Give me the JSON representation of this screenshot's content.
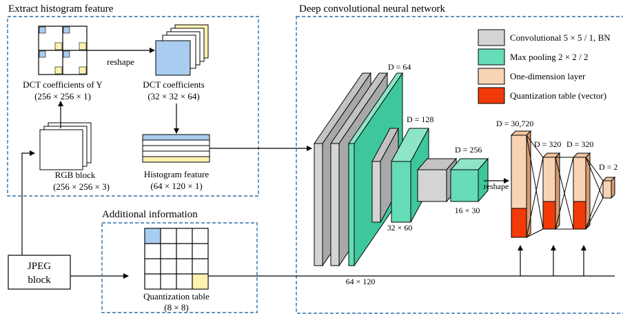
{
  "sections": {
    "extract": "Extract histogram feature",
    "deep": "Deep convolutional neural network",
    "additional": "Additional information"
  },
  "labels": {
    "dct_y": "DCT coefficients of Y",
    "dct_y_dim": "(256 × 256 × 1)",
    "reshape": "reshape",
    "dct_coef": "DCT coefficients",
    "dct_coef_dim": "(32 × 32 × 64)",
    "rgb": "RGB block",
    "rgb_dim": "(256 × 256 × 3)",
    "hist": "Histogram feature",
    "hist_dim": "(64 × 120 × 1)",
    "jpeg_line1": "JPEG",
    "jpeg_line2": "block",
    "qtable": "Quantization table",
    "qtable_dim": "(8 × 8)",
    "reshape2": "reshape"
  },
  "legend": [
    {
      "label": "Convolutional 5 × 5 / 1, BN",
      "color": "#d4d4d4"
    },
    {
      "label": "Max pooling 2 × 2 / 2",
      "color": "#66dcb8"
    },
    {
      "label": "One-dimension layer",
      "color": "#f9d4b4"
    },
    {
      "label": "Quantization table (vector)",
      "color": "#f23a08"
    }
  ],
  "network": {
    "d64": "D = 64",
    "d128": "D = 128",
    "d256": "D = 256",
    "dim1": "64 × 120",
    "dim2": "32 × 60",
    "dim3": "16 × 30",
    "fc1": "D = 30,720",
    "fc2": "D = 320",
    "fc3": "D = 320",
    "fc4": "D = 2"
  },
  "colors": {
    "dashed_border": "#2e6fa6",
    "dct_blue": "#a9cdf0",
    "dct_yellow": "#fff2b0",
    "conv_gray": "#d4d4d4",
    "pool_teal": "#66dcb8",
    "fc_peach": "#f9d4b4",
    "fc_red": "#f23a08"
  }
}
